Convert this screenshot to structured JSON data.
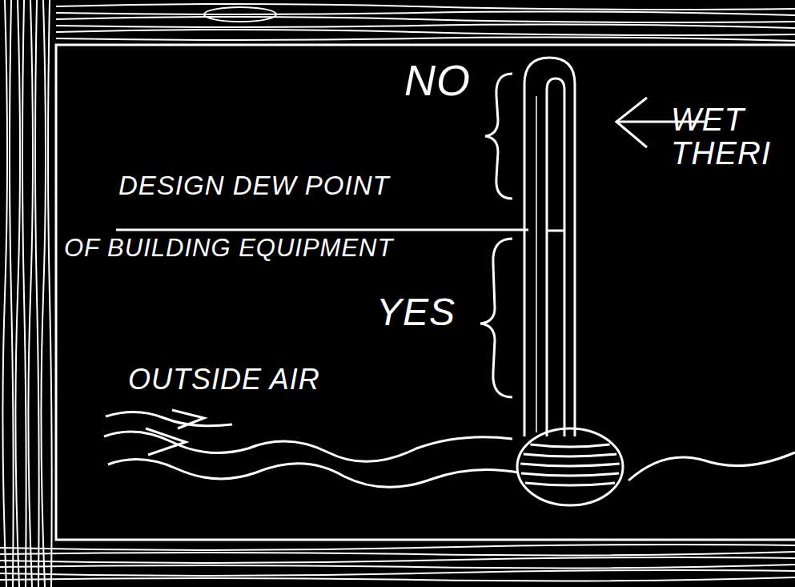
{
  "diagram": {
    "labels": [
      "NO",
      "DESIGN DEW POINT",
      "OF BUILDING EQUIPMENT",
      "YES",
      "OUTSIDE AIR",
      "WET THERI"
    ]
  }
}
